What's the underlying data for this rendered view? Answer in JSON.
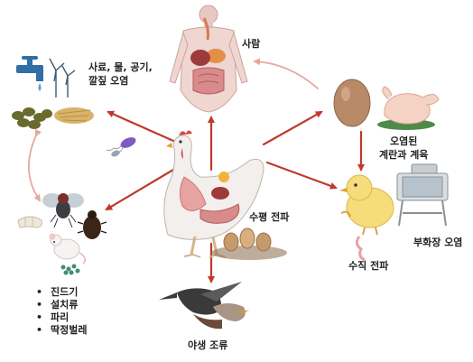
{
  "labels": {
    "human": "사람",
    "feed_contamination": [
      "사료, 물, 공기,",
      "깔짚 오염"
    ],
    "contaminated_eggs_poultry": [
      "오염된",
      "계란과 계육"
    ],
    "horizontal_transmission": "수평 전파",
    "vertical_transmission": "수직 전파",
    "hatchery_contamination": "부화장 오염",
    "wild_birds": "야생 조류"
  },
  "vectors": [
    "진드기",
    "설치류",
    "파리",
    "딱정벌레"
  ],
  "colors": {
    "arrow": "#c0392b",
    "arrow_pale": "#e8a6a0",
    "text": "#222222"
  },
  "icons": [
    "human-body-icon",
    "water-tap-icon",
    "wind-turbine-icon",
    "feed-pellets-icon",
    "straw-icon",
    "salmonella-bacteria-icon",
    "hen-anatomy-icon",
    "fly-icon",
    "beetle-icon",
    "larva-icon",
    "mouse-icon",
    "mite-icon",
    "egg-icon",
    "raw-chicken-icon",
    "chick-icon",
    "incubator-icon",
    "nest-eggs-icon",
    "wild-birds-icon"
  ]
}
